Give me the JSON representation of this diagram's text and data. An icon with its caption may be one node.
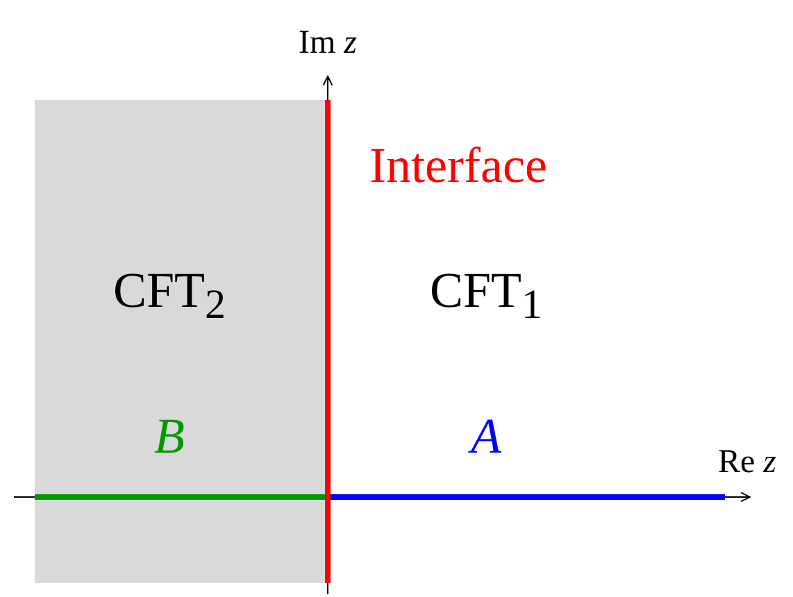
{
  "diagram": {
    "labels": [
      "Im *z*",
      "Interface",
      "CFT$_{2}$",
      "CFT$_{1}$",
      "B",
      "A",
      "Re *z*"
    ]
  }
}
